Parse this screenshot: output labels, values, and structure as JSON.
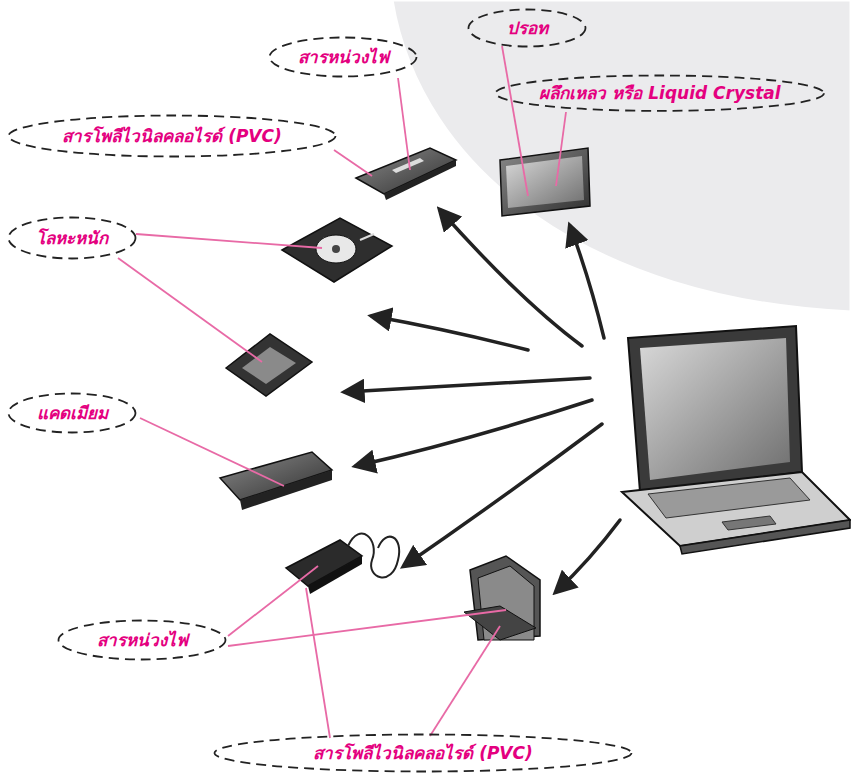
{
  "diagram": {
    "nodes": [
      {
        "text": [
          "ปรอท"
        ]
      },
      {
        "text": [
          "สารหน่วงไฟ"
        ]
      },
      {
        "text": [
          "ผลึกเหลว หรือ Liquid Crystal"
        ]
      },
      {
        "text": [
          "สารโพลีไวนิลคลอไรด์ (PVC)"
        ]
      },
      {
        "text": [
          "โลหะหนัก"
        ]
      },
      {
        "text": [
          "แคดเมียม"
        ]
      },
      {
        "text": [
          "สารหน่วงไฟ"
        ]
      },
      {
        "text": [
          "สารโพลีไวนิลคลอไรด์ (PVC)"
        ]
      }
    ]
  }
}
